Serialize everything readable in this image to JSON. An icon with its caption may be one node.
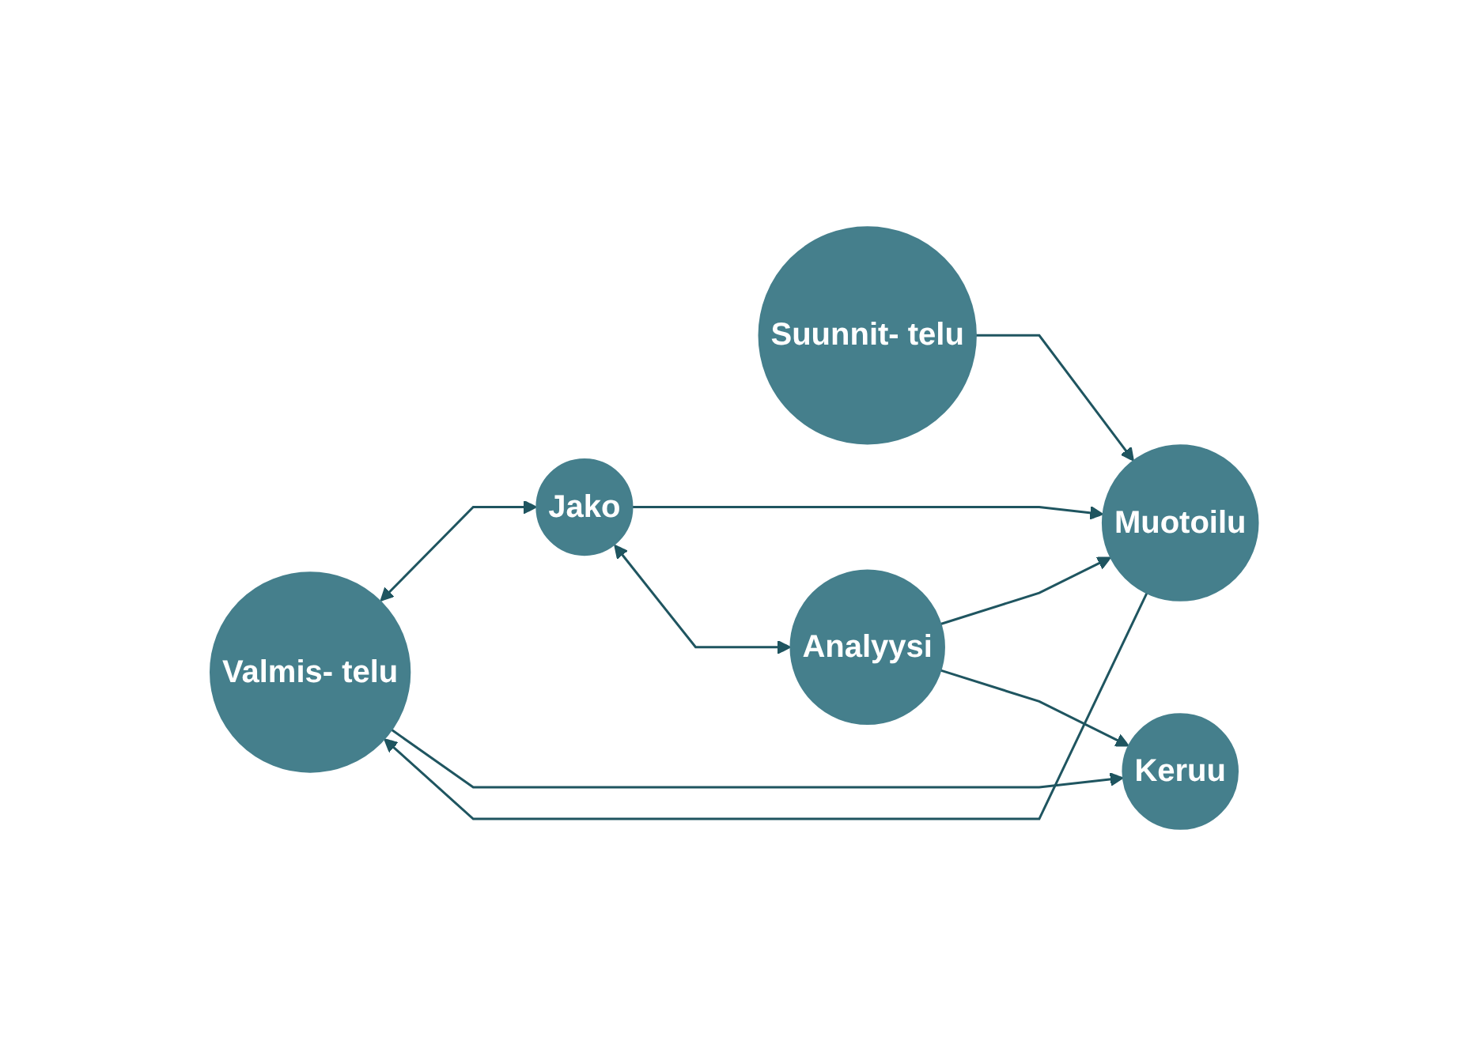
{
  "diagram": {
    "nodes": [
      {
        "text": [
          "Valmis- telu"
        ]
      },
      {
        "text": [
          "Suunnit- telu"
        ]
      },
      {
        "text": [
          "Muotoilu"
        ]
      },
      {
        "text": [
          "Jako"
        ]
      },
      {
        "text": [
          "Keruu"
        ]
      },
      {
        "text": [
          "Analyysi"
        ]
      }
    ],
    "edges": [
      {
        "from": 1,
        "to": 2,
        "arrow": "to"
      },
      {
        "from": 2,
        "to": 0,
        "arrow": "to"
      },
      {
        "from": 0,
        "to": 3,
        "arrow": "both"
      },
      {
        "from": 3,
        "to": 2,
        "arrow": "to"
      },
      {
        "from": 0,
        "to": 4,
        "arrow": "to"
      },
      {
        "from": 5,
        "to": 2,
        "arrow": "to"
      },
      {
        "from": 3,
        "to": 5,
        "arrow": "both"
      },
      {
        "from": 5,
        "to": 4,
        "arrow": "to"
      }
    ]
  }
}
